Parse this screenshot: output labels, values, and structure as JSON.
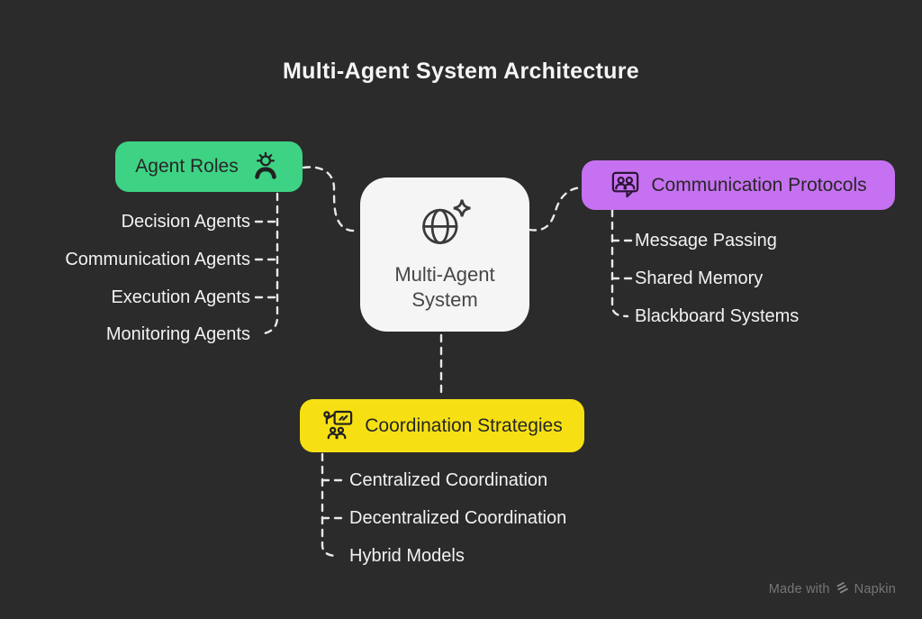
{
  "title": "Multi-Agent System Architecture",
  "center_node": {
    "label": "Multi-Agent System",
    "icon": "globe-sparkle-icon"
  },
  "branches": {
    "agent_roles": {
      "label": "Agent Roles",
      "icon": "agent-gear-handset-icon",
      "color": "#3ed384",
      "items": [
        "Decision Agents",
        "Communication Agents",
        "Execution Agents",
        "Monitoring Agents"
      ]
    },
    "communication_protocols": {
      "label": "Communication Protocols",
      "icon": "people-speech-bubble-icon",
      "color": "#c671f1",
      "items": [
        "Message Passing",
        "Shared Memory",
        "Blackboard Systems"
      ]
    },
    "coordination_strategies": {
      "label": "Coordination Strategies",
      "icon": "presenter-board-audience-icon",
      "color": "#f6e014",
      "items": [
        "Centralized Coordination",
        "Decentralized Coordination",
        "Hybrid Models"
      ]
    }
  },
  "watermark": {
    "prefix": "Made with",
    "brand": "Napkin",
    "icon": "napkin-logo-icon"
  },
  "colors": {
    "background": "#2b2b2b",
    "text_light": "#f2f2f2",
    "text_dark": "#272727",
    "center_bg": "#f5f5f5",
    "connector": "#e9e9e9",
    "watermark": "#767676"
  }
}
